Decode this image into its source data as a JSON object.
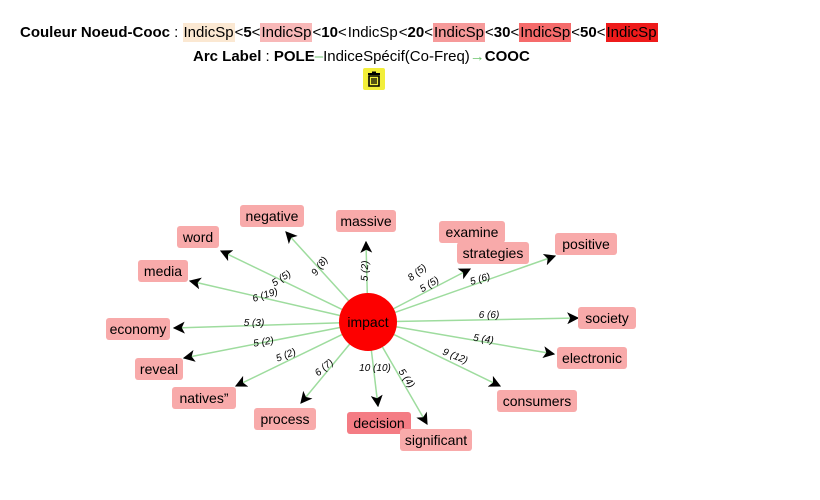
{
  "legend": {
    "node_color_label": "Couleur Noeud-Cooc",
    "sep": " : ",
    "swatch_label": "IndicSp",
    "thresholds": [
      "5",
      "10",
      "20",
      "30",
      "50"
    ],
    "lt": "<",
    "swatch_colors": [
      "#fbe8d2",
      "#f8b8b8",
      "#ffffff",
      "#f69a9a",
      "#f56b6b",
      "#ee1b1b"
    ],
    "arc_label_title": "Arc Label",
    "pole_label": "POLE",
    "dash": "–",
    "arc_middle": "IndiceSpécif(Co-Freq)",
    "arrow": "→",
    "cooc_label": "COOC",
    "trash_icon": "trash-icon"
  },
  "colors": {
    "center": "#fd0000",
    "node_default": "#f8aaaa",
    "node_decision": "#f47c84",
    "edge": "#9edc9e",
    "arrow": "#000000"
  },
  "center": {
    "label": "impact"
  },
  "nodes": [
    {
      "id": "negative",
      "label": "negative",
      "edge_label": "9 (8)"
    },
    {
      "id": "massive",
      "label": "massive",
      "edge_label": "5 (2)"
    },
    {
      "id": "word",
      "label": "word",
      "edge_label": "5 (5)"
    },
    {
      "id": "media",
      "label": "media",
      "edge_label": "6 (19)"
    },
    {
      "id": "examine",
      "label": "examine",
      "edge_label": "8 (5)"
    },
    {
      "id": "strategies",
      "label": "strategies",
      "edge_label": "5 (5)"
    },
    {
      "id": "positive",
      "label": "positive",
      "edge_label": "5 (6)"
    },
    {
      "id": "society",
      "label": "society",
      "edge_label": "6 (6)"
    },
    {
      "id": "economy",
      "label": "economy",
      "edge_label": "5 (3)"
    },
    {
      "id": "electronic",
      "label": "electronic",
      "edge_label": "5 (4)"
    },
    {
      "id": "reveal",
      "label": "reveal",
      "edge_label": "5 (2)"
    },
    {
      "id": "natives",
      "label": "natives”",
      "edge_label": "5 (2)"
    },
    {
      "id": "consumers",
      "label": "consumers",
      "edge_label": "9 (12)"
    },
    {
      "id": "process",
      "label": "process",
      "edge_label": "6 (7)"
    },
    {
      "id": "decision",
      "label": "decision",
      "edge_label": "10 (10)"
    },
    {
      "id": "significant",
      "label": "significant",
      "edge_label": "5 (4)"
    }
  ]
}
